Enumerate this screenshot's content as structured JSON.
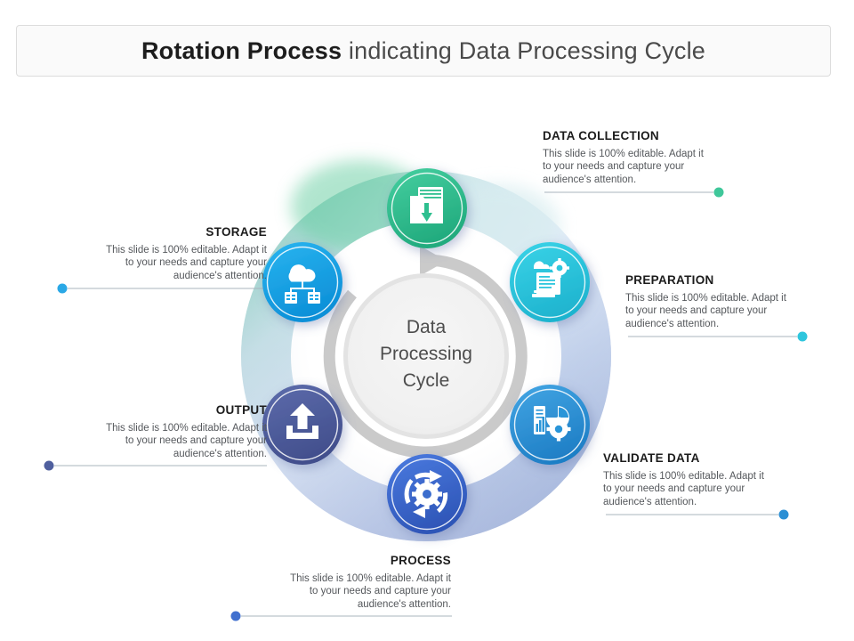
{
  "title": {
    "strong": "Rotation Process",
    "rest": " indicating Data Processing Cycle"
  },
  "center": {
    "line1": "Data",
    "line2": "Processing",
    "line3": "Cycle"
  },
  "body_text": {
    "line1": "This slide is 100% editable. Adapt it",
    "line2": "to your needs and capture your",
    "line3": "audience's attention."
  },
  "steps": [
    {
      "id": "data-collection",
      "heading": "DATA COLLECTION",
      "icon": "document-download-icon",
      "color": "#2fbf8f",
      "dot_color": "#3fc79a",
      "align": "left"
    },
    {
      "id": "preparation",
      "heading": "PREPARATION",
      "icon": "document-gear-icon",
      "color": "#2ec6dd",
      "dot_color": "#2ec6dd",
      "align": "left"
    },
    {
      "id": "validate-data",
      "heading": "VALIDATE DATA",
      "icon": "report-chart-gear-icon",
      "color": "#2b95d8",
      "dot_color": "#2b8fd4",
      "align": "left"
    },
    {
      "id": "process",
      "heading": "PROCESS",
      "icon": "gear-refresh-icon",
      "color": "#3b6dcd",
      "dot_color": "#4170cf",
      "align": "right"
    },
    {
      "id": "output",
      "heading": "OUTPUT",
      "icon": "upload-icon",
      "color": "#4f5f9e",
      "dot_color": "#4f5f9e",
      "align": "right"
    },
    {
      "id": "storage",
      "heading": "STORAGE",
      "icon": "cloud-server-icon",
      "color": "#18a6e8",
      "dot_color": "#2aa8e6",
      "align": "right"
    }
  ],
  "ring": {
    "arrow_color": "#c9c9c9",
    "center_fill": "#f2f2f2",
    "gradient_top": "#57c79a",
    "gradient_right": "#9fd6ef",
    "gradient_bottom": "#7f8fc4",
    "gradient_left": "#b9c6e4"
  }
}
